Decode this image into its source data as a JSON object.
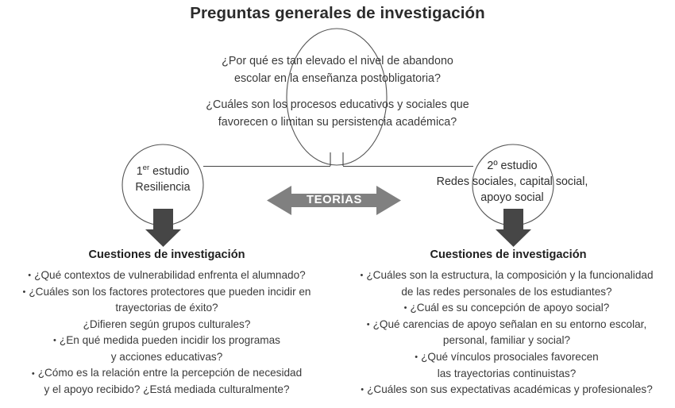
{
  "title": "Preguntas generales de investigación",
  "central": {
    "name": "central-research-questions",
    "groups": [
      {
        "lines": [
          "¿Por qué es tan elevado el nivel de abandono",
          "escolar en la enseñanza postobligatoria?"
        ]
      },
      {
        "lines": [
          "¿Cuáles son los procesos educativos y sociales que",
          "favorecen o limitan su persistencia académica?"
        ]
      }
    ]
  },
  "connector": {
    "theories_label": "TEORÍAS"
  },
  "left_branch": {
    "study_name": "1er estudio",
    "study_number": "1",
    "study_ordinal_suffix": "er",
    "study_word": " estudio",
    "study_topic": "Resiliencia",
    "questions_heading": "Cuestiones de investigación",
    "questions": [
      {
        "bullet": "•",
        "lines": [
          "¿Qué contextos de vulnerabilidad enfrenta el alumnado?"
        ]
      },
      {
        "bullet": "•",
        "lines": [
          "¿Cuáles son los factores protectores que pueden incidir en",
          "trayectorias de éxito?",
          "¿Difieren según grupos culturales?"
        ]
      },
      {
        "bullet": "•",
        "lines": [
          "¿En qué medida pueden incidir los programas",
          "y acciones educativas?"
        ]
      },
      {
        "bullet": "•",
        "lines": [
          "¿Cómo es la relación entre la percepción de necesidad",
          "y el apoyo recibido? ¿Está mediada culturalmente?"
        ]
      }
    ]
  },
  "right_branch": {
    "study_name": "2º estudio",
    "study_topic_line1": "Redes sociales, capital social,",
    "study_topic_line2": "apoyo social",
    "questions_heading": "Cuestiones de investigación",
    "questions": [
      {
        "bullet": "•",
        "lines": [
          "¿Cuáles son la estructura, la composición y la funcionalidad",
          "de las redes personales de los estudiantes?"
        ]
      },
      {
        "bullet": "•",
        "lines": [
          "¿Cuál es su concepción de apoyo social?"
        ]
      },
      {
        "bullet": "•",
        "lines": [
          "¿Qué carencias de apoyo señalan en su entorno escolar,",
          "personal, familiar y social?"
        ]
      },
      {
        "bullet": "•",
        "lines": [
          "¿Qué vínculos prosociales favorecen",
          "las trayectorias continuistas?"
        ]
      },
      {
        "bullet": "•",
        "lines": [
          "¿Cuáles son sus expectativas académicas y profesionales?"
        ]
      }
    ]
  },
  "colors": {
    "stroke": "#555555",
    "arrow_dark": "#464646",
    "arrow_gray": "#808080",
    "text": "#333333",
    "background": "#ffffff"
  },
  "shapes": {
    "central_ellipse": "central-question-ellipse",
    "left_circle": "left-study-circle",
    "right_circle": "right-study-circle",
    "left_down_arrow": "left-down-arrow",
    "right_down_arrow": "right-down-arrow",
    "theories_arrow": "theories-double-arrow",
    "bracket": "branch-connector-bracket"
  }
}
